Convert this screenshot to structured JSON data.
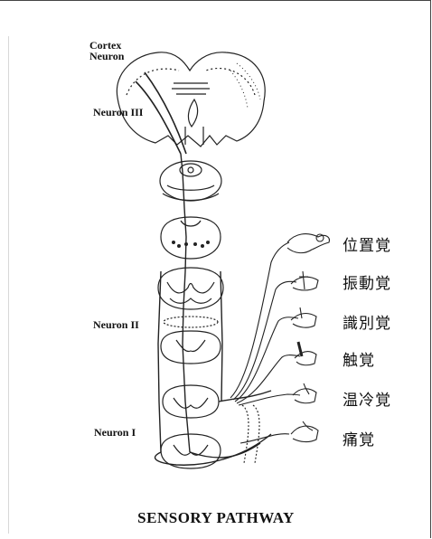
{
  "labels": {
    "cortex_line1": "Cortex",
    "cortex_line2": "Neuron",
    "neuron3": "Neuron III",
    "neuron2": "Neuron II",
    "neuron1": "Neuron I"
  },
  "sensations": [
    "位置覚",
    "振動覚",
    "識別覚",
    "触覚",
    "温冷覚",
    "痛覚"
  ],
  "caption": "SENSORY PATHWAY",
  "colors": {
    "ink": "#111111",
    "background": "#ffffff"
  }
}
